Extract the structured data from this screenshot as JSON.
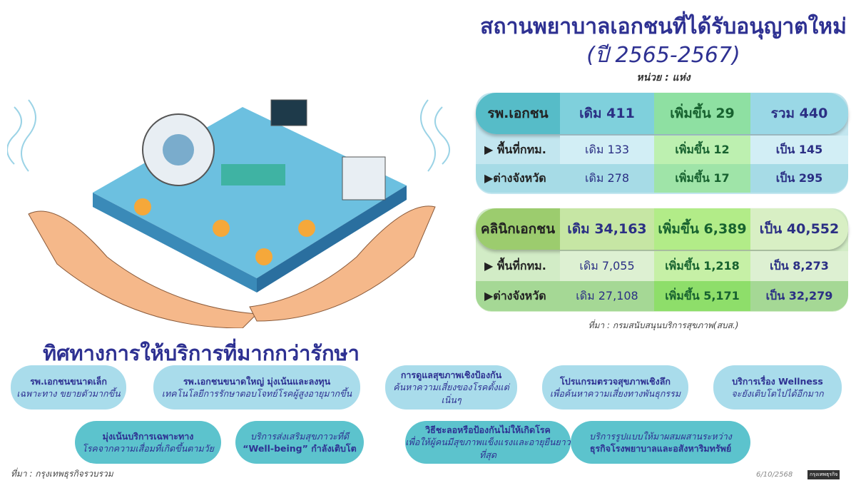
{
  "title": "สถานพยาบาลเอกชนที่ได้รับอนุญาตใหม่",
  "subtitle": "(ปี 2565-2567)",
  "unit": "หน่วย : แห่ง",
  "hospitals": {
    "header": {
      "label": "รพ.เอกชน",
      "old": "เดิม 411",
      "added": "เพิ่มขึ้น 29",
      "total": "รวม 440"
    },
    "rows": [
      {
        "label": "▶ พื้นที่กทม.",
        "old": "เดิม 133",
        "added": "เพิ่มขึ้น 12",
        "total": "เป็น 145"
      },
      {
        "label": "▶ต่างจังหวัด",
        "old": "เดิม 278",
        "added": "เพิ่มขึ้น 17",
        "total": "เป็น 295"
      }
    ]
  },
  "clinics": {
    "header": {
      "label": "คลินิกเอกชน",
      "old": "เดิม 34,163",
      "added": "เพิ่มขึ้น 6,389",
      "total": "เป็น 40,552"
    },
    "rows": [
      {
        "label": "▶ พื้นที่กทม.",
        "old": "เดิม 7,055",
        "added": "เพิ่มขึ้น 1,218",
        "total": "เป็น 8,273"
      },
      {
        "label": "▶ต่างจังหวัด",
        "old": "เดิม 27,108",
        "added": "เพิ่มขึ้น 5,171",
        "total": "เป็น 32,279"
      }
    ]
  },
  "table_source": "ที่มา : กรมสนับสนุนบริการสุขภาพ(สบส.)",
  "heading": "ทิศทางการให้บริการที่มากกว่ารักษา",
  "bubbles": [
    {
      "l1": "รพ.เอกชนขนาดเล็ก",
      "l2": "เฉพาะทาง ขยายตัวมากขึ้น"
    },
    {
      "l1": "รพ.เอกชนขนาดใหญ่ มุ่งเน้นและลงทุน",
      "l2": "เทคโนโลยีการรักษาตอบโจทย์โรคผู้สูงอายุมากขึ้น"
    },
    {
      "l1": "การดูแลสุขภาพเชิงป้องกัน",
      "l2": "ค้นหาความเสี่ยงของโรคตั้งแต่เนิ่นๆ"
    },
    {
      "l1": "โปรแกรมตรวจสุขภาพเชิงลึก",
      "l2": "เพื่อค้นหาความเสี่ยงทางพันธุกรรม"
    },
    {
      "l1": "บริการเรื่อง Wellness",
      "l2": "จะยังเติบโตไปได้อีกมาก"
    },
    {
      "l1": "มุ่งเน้นบริการเฉพาะทาง",
      "l2": "โรคจากความเสื่อมที่เกิดขึ้นตามวัย"
    },
    {
      "l1": "บริการส่งเสริมสุขภาวะที่ดี",
      "l2": "“Well-being” กำลังเติบโต"
    },
    {
      "l1": "วิธีชะลอหรือป้องกันไม่ให้เกิดโรค",
      "l2": "เพื่อให้ผู้คนมีสุขภาพแข็งแรงและอายุยืนยาวที่สุด"
    },
    {
      "l1": "บริการรูปแบบให้มาผสมผสานระหว่าง",
      "l2": "ธุรกิจโรงพยาบาลและอสังหาริมทรัพย์"
    }
  ],
  "footer_source": "ที่มา : กรุงเทพธุรกิจรวบรวม",
  "date": "6/10/2568",
  "logo": "กรุงเทพธุรกิจ",
  "colors": {
    "navy": "#2e3192",
    "teal": "#5cc3cd",
    "green": "#8fd06a"
  }
}
